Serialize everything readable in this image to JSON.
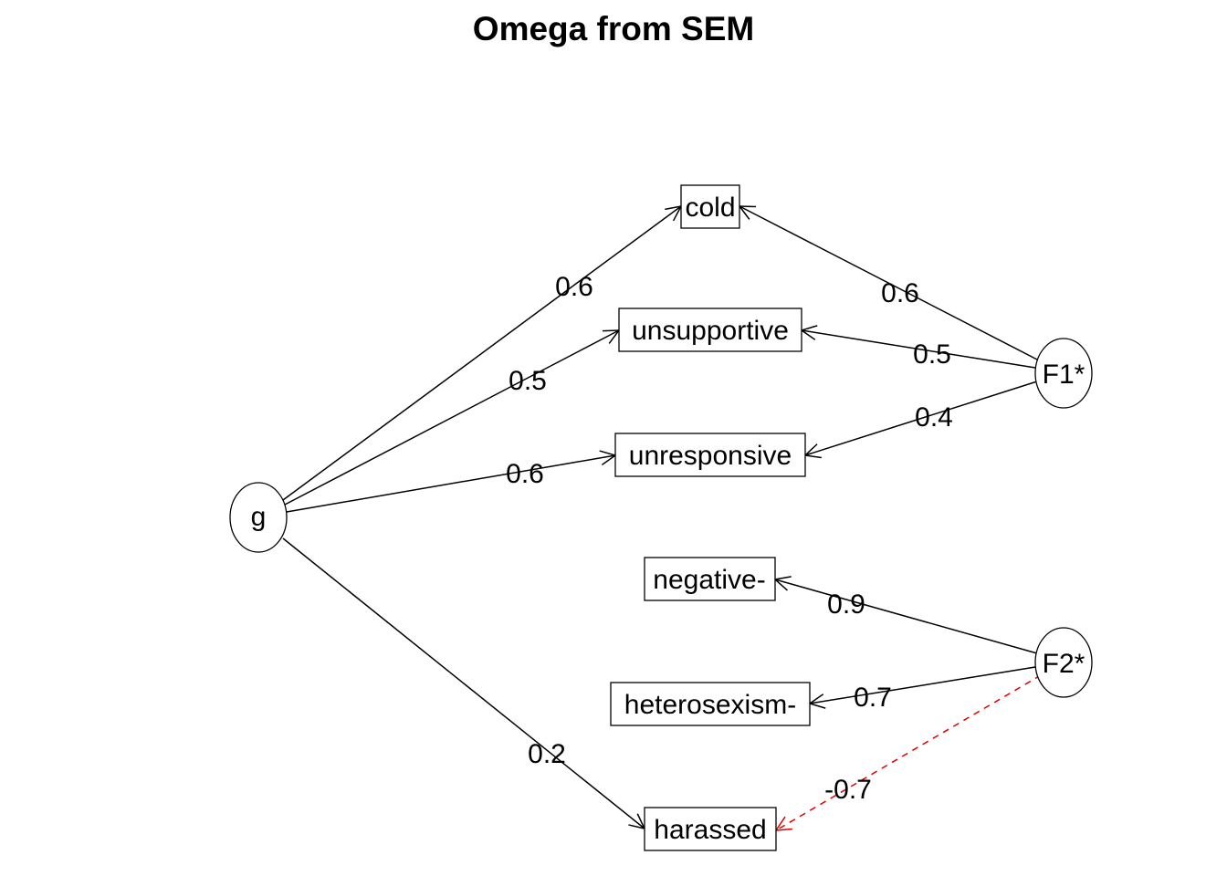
{
  "title": "Omega from SEM",
  "nodes": {
    "g": "g",
    "F1": "F1*",
    "F2": "F2*",
    "cold": "cold",
    "unsupportive": "unsupportive",
    "unresponsive": "unresponsive",
    "negative": "negative-",
    "heterosexism": "heterosexism-",
    "harassed": "harassed"
  },
  "edges": [
    {
      "from": "g",
      "to": "cold",
      "label": "0.6",
      "negative": false
    },
    {
      "from": "g",
      "to": "unsupportive",
      "label": "0.5",
      "negative": false
    },
    {
      "from": "g",
      "to": "unresponsive",
      "label": "0.6",
      "negative": false
    },
    {
      "from": "g",
      "to": "harassed",
      "label": "0.2",
      "negative": false
    },
    {
      "from": "F1",
      "to": "cold",
      "label": "0.6",
      "negative": false
    },
    {
      "from": "F1",
      "to": "unsupportive",
      "label": "0.5",
      "negative": false
    },
    {
      "from": "F1",
      "to": "unresponsive",
      "label": "0.4",
      "negative": false
    },
    {
      "from": "F2",
      "to": "negative",
      "label": "0.9",
      "negative": false
    },
    {
      "from": "F2",
      "to": "heterosexism",
      "label": "0.7",
      "negative": false
    },
    {
      "from": "F2",
      "to": "harassed",
      "label": "-0.7",
      "negative": true
    }
  ],
  "colors": {
    "positive_edge": "#000000",
    "negative_edge": "#e00000"
  }
}
